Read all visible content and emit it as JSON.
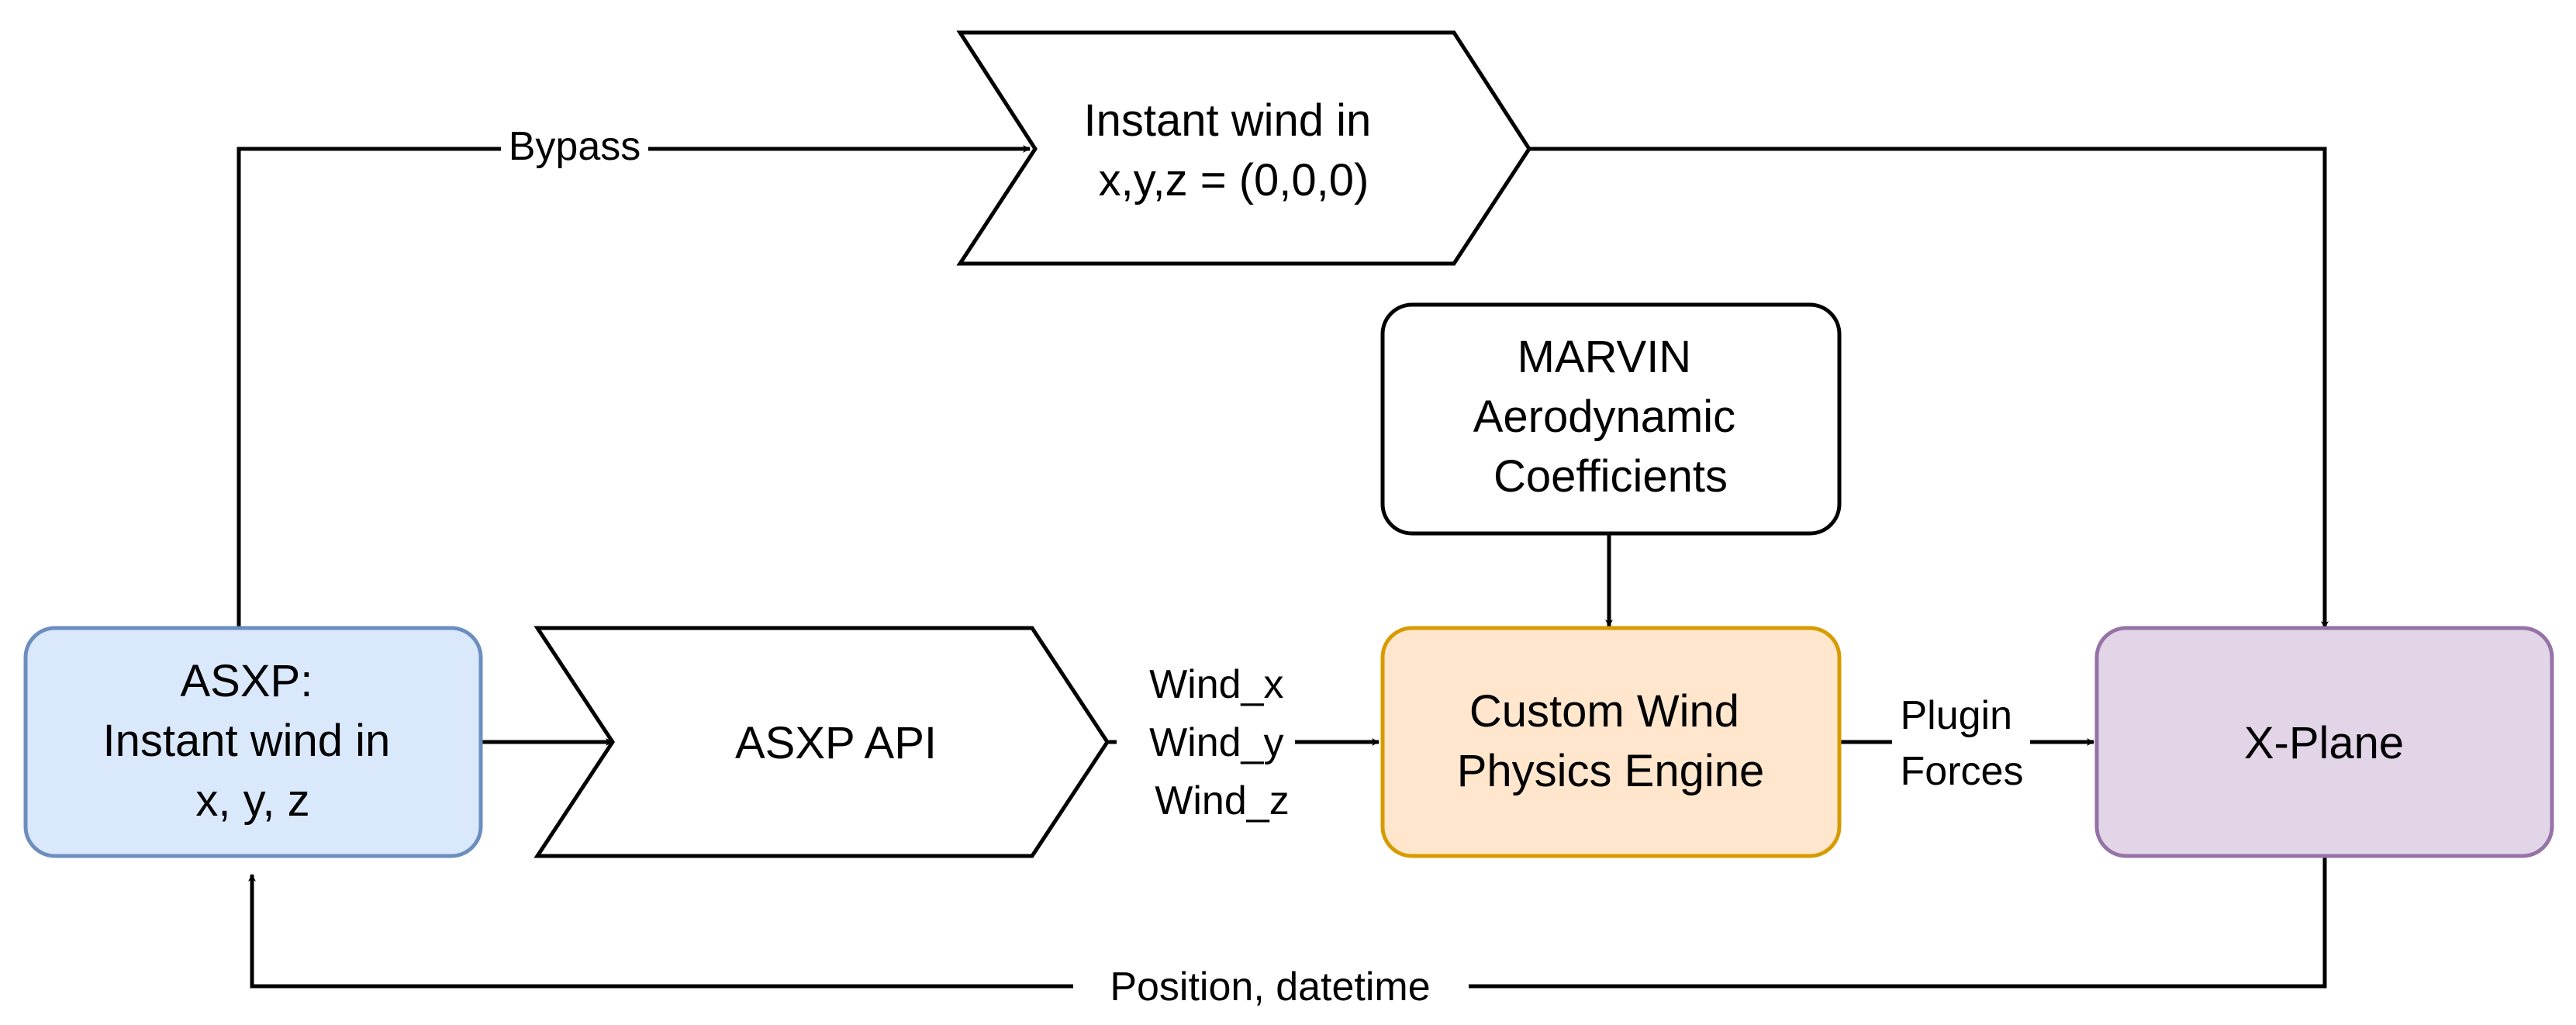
{
  "nodes": {
    "asxp": {
      "lines": [
        "ASXP:",
        "Instant wind in",
        "x, y, z"
      ],
      "fill": "#dae8fc",
      "stroke": "#6c8ebf"
    },
    "asxp_api": {
      "lines": [
        "ASXP API"
      ]
    },
    "bypass_wind": {
      "lines": [
        "Instant wind in",
        "x,y,z = (0,0,0)"
      ]
    },
    "marvin": {
      "lines": [
        "MARVIN",
        "Aerodynamic",
        "Coefficients"
      ]
    },
    "engine": {
      "lines": [
        "Custom Wind",
        "Physics Engine"
      ],
      "fill": "#ffe6cc",
      "stroke": "#d79b00"
    },
    "xplane": {
      "lines": [
        "X-Plane"
      ],
      "fill": "#e1d5e7",
      "stroke": "#9673a6"
    }
  },
  "edges": {
    "bypass": "Bypass",
    "wind": [
      "Wind_x",
      "Wind_y",
      "Wind_z"
    ],
    "plugin": [
      "Plugin",
      "Forces"
    ],
    "feedback": "Position, datetime"
  },
  "colors": {
    "stroke": "#000000",
    "text": "#000000",
    "background": "#ffffff"
  }
}
